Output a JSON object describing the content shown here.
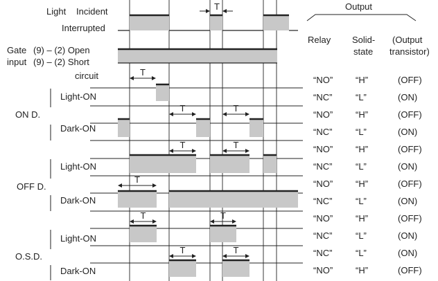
{
  "rows": {
    "light": "Light",
    "incident": "Incident",
    "interrupted": "Interrupted",
    "gate": "Gate",
    "input": "input",
    "gate_open": "(9) – (2) Open",
    "gate_short": "(9) – (2) Short",
    "circuit": "circuit",
    "on_d": "ON D.",
    "off_d": "OFF D.",
    "osd": "O.S.D.",
    "light_on": "Light-ON",
    "dark_on": "Dark-ON"
  },
  "timing_label": "T",
  "output": {
    "title": "Output",
    "col_relay": "Relay",
    "col_solid_1": "Solid-",
    "col_solid_2": "state",
    "col_trans_1": "(Output",
    "col_trans_2": "transistor)",
    "values": [
      {
        "relay": "“NO”",
        "solid": "“H”",
        "trans": "(OFF)"
      },
      {
        "relay": "“NC”",
        "solid": "“L”",
        "trans": "(ON)"
      },
      {
        "relay": "“NO”",
        "solid": "“H”",
        "trans": "(OFF)"
      },
      {
        "relay": "“NC”",
        "solid": "“L”",
        "trans": "(ON)"
      },
      {
        "relay": "“NO”",
        "solid": "“H”",
        "trans": "(OFF)"
      },
      {
        "relay": "“NC”",
        "solid": "“L”",
        "trans": "(ON)"
      },
      {
        "relay": "“NO”",
        "solid": "“H”",
        "trans": "(OFF)"
      },
      {
        "relay": "“NC”",
        "solid": "“L”",
        "trans": "(ON)"
      },
      {
        "relay": "“NO”",
        "solid": "“H”",
        "trans": "(OFF)"
      },
      {
        "relay": "“NC”",
        "solid": "“L”",
        "trans": "(ON)"
      },
      {
        "relay": "“NC”",
        "solid": "“L”",
        "trans": "(ON)"
      },
      {
        "relay": "“NO”",
        "solid": "“H”",
        "trans": "(OFF)"
      }
    ]
  },
  "colors": {
    "fill": "#c8c8c8",
    "line": "#222222"
  }
}
